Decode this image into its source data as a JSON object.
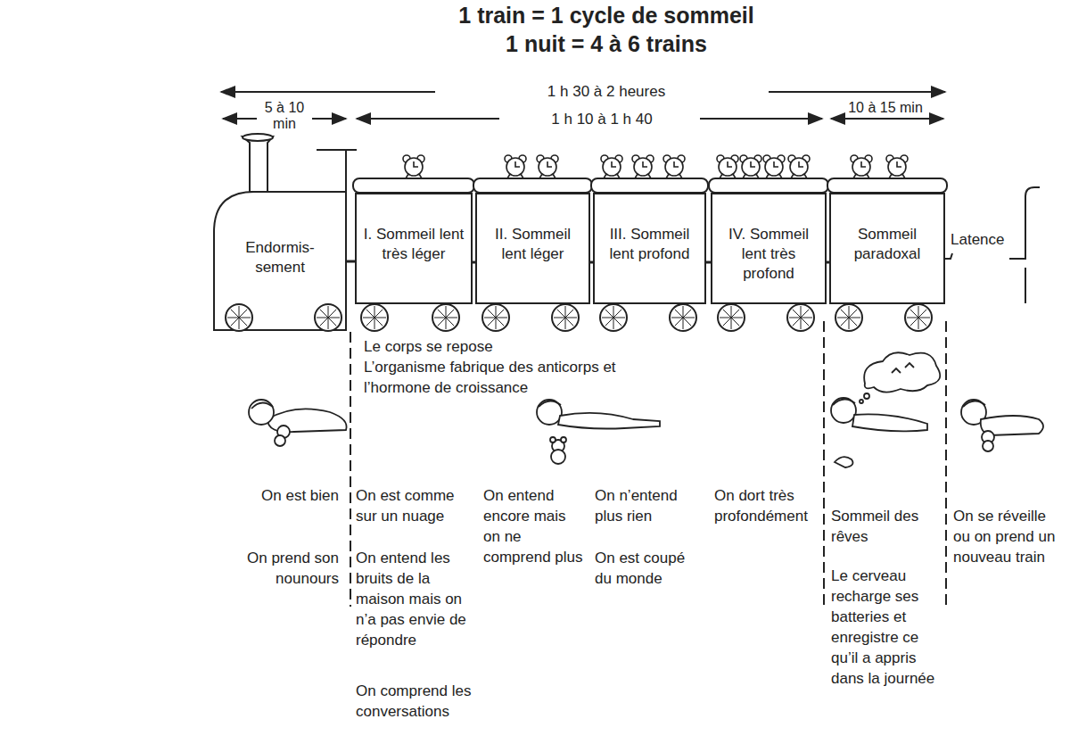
{
  "diagram": {
    "title": "1 train = 1 cycle de sommeil",
    "nodes": [
      {
        "text": [
          "Endormis- sement"
        ]
      },
      {
        "text": [
          "I. Sommeil lent très léger"
        ]
      },
      {
        "text": [
          "II. Sommeil lent léger"
        ]
      },
      {
        "text": [
          "III. Sommeil lent profond"
        ]
      },
      {
        "text": [
          "IV. Sommeil lent très profond"
        ]
      },
      {
        "text": [
          "Sommeil paradoxal"
        ]
      }
    ],
    "edges": [
      {
        "from": 0,
        "to": 1,
        "arrow": "none"
      },
      {
        "from": 1,
        "to": 2,
        "arrow": "none"
      },
      {
        "from": 2,
        "to": 3,
        "arrow": "none"
      },
      {
        "from": 3,
        "to": 4,
        "arrow": "none"
      },
      {
        "from": 4,
        "to": 5,
        "arrow": "none"
      }
    ],
    "labels": [
      "1 nuit = 4 à 6 trains",
      "1 h 30 à 2 heures",
      "5 à 10 min",
      "1 h 10 à 1 h 40",
      "10 à 15 min",
      "Latence",
      "Le corps se repose",
      "L’organisme fabrique des anticorps et l’hormone de croissance",
      "On est bien",
      "On prend son nounours",
      "On est comme sur un nuage",
      "On entend les bruits de la maison mais on n’a pas envie de répondre",
      "On comprend les conversations",
      "On entend encore mais on ne comprend plus",
      "On n’entend plus rien",
      "On est coupé du monde",
      "On dort très profondément",
      "Sommeil des rêves",
      "Le cerveau recharge ses batteries et enregistre ce qu’il a appris dans la journée",
      "On se réveille ou on prend un nouveau train"
    ]
  }
}
